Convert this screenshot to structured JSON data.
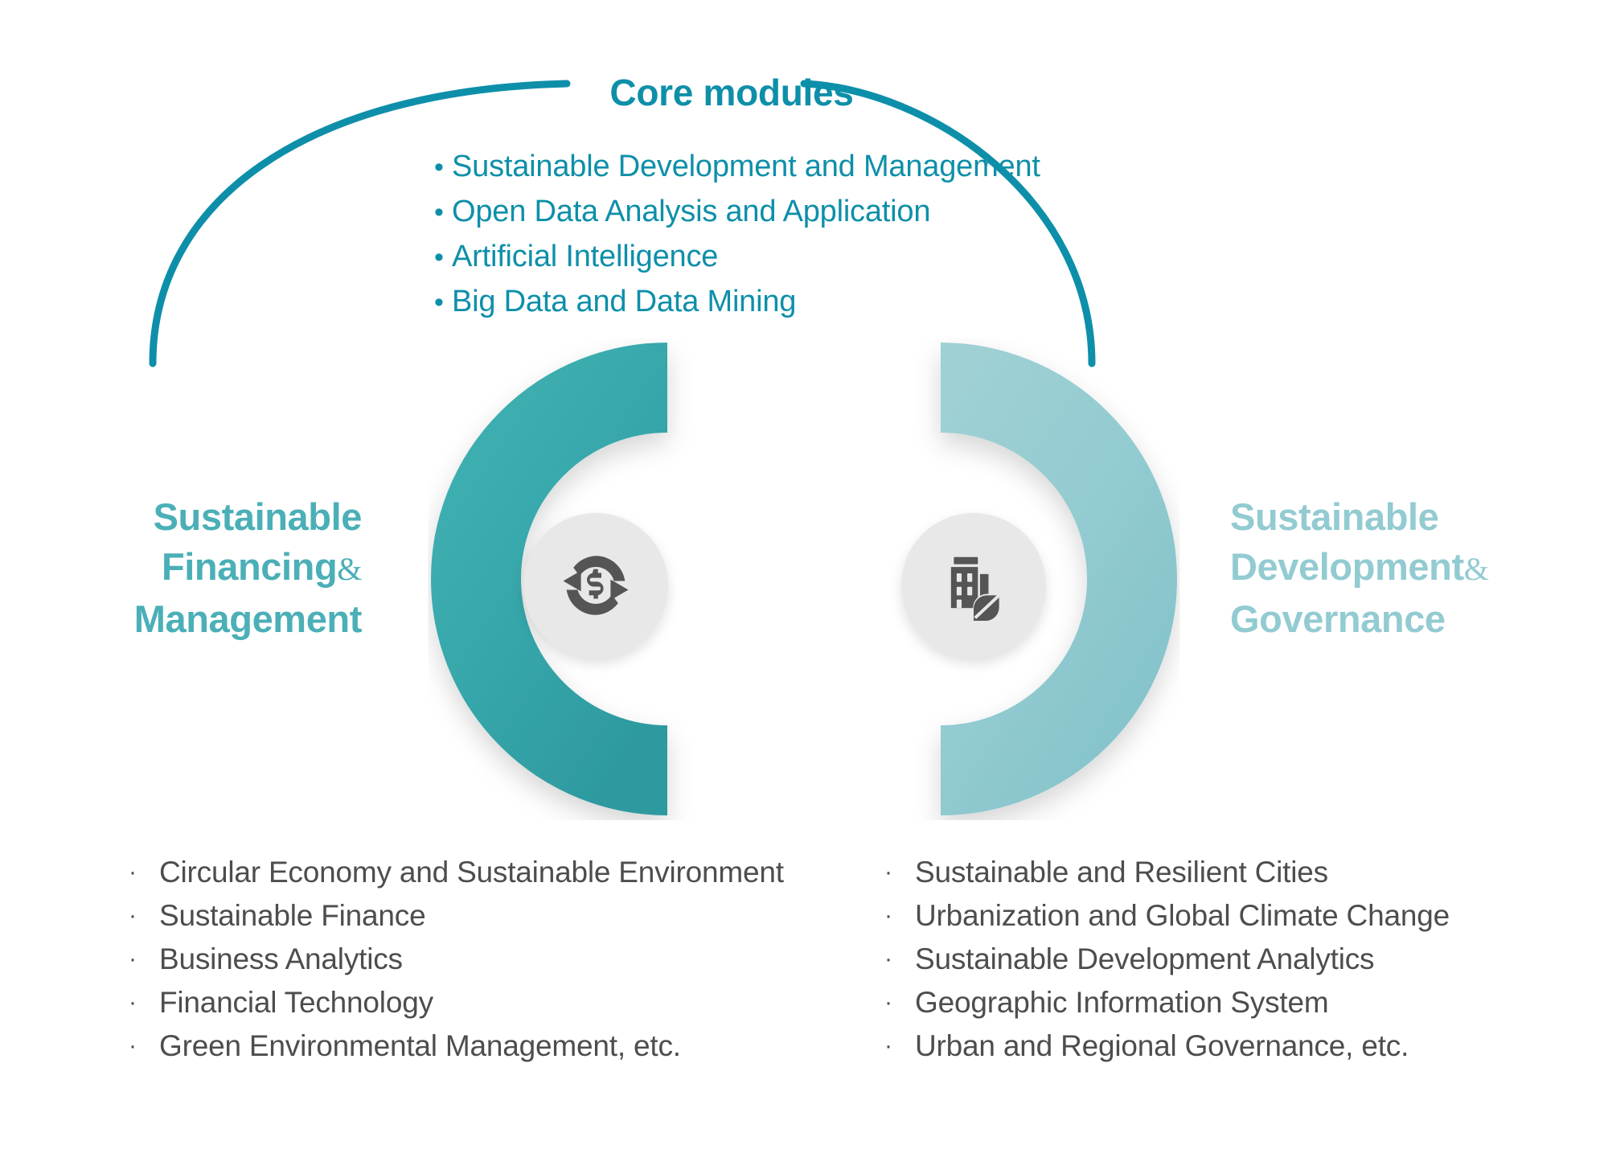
{
  "colors": {
    "core_teal": "#0e8fa9",
    "ring_left": "#3aabae",
    "ring_right": "#92cbd1",
    "head_left": "#4bafb7",
    "head_right": "#92cbd1",
    "body_text": "#4d4d4d",
    "icon_badge_bg": "#e8e8e8",
    "icon_glyph": "#555555",
    "background": "#ffffff"
  },
  "core": {
    "title": "Core modules",
    "bullet": "•",
    "items": [
      "Sustainable Development and Management",
      "Open Data Analysis and Application",
      "Artificial Intelligence",
      "Big Data and Data Mining"
    ]
  },
  "left_branch": {
    "heading_line1": "Sustainable",
    "heading_line2": "Financing",
    "heading_amp": "&",
    "heading_line3": "Management",
    "icon": "money-exchange-icon",
    "bullet": "·",
    "items": [
      "Circular Economy and Sustainable Environment",
      "Sustainable Finance",
      "Business Analytics",
      "Financial Technology",
      "Green Environmental Management, etc."
    ]
  },
  "right_branch": {
    "heading_line1": "Sustainable",
    "heading_line2": "Development",
    "heading_amp": "&",
    "heading_line3": "Governance",
    "icon": "green-building-icon",
    "bullet": "·",
    "items": [
      "Sustainable and Resilient Cities",
      "Urbanization and Global Climate Change",
      "Sustainable Development Analytics",
      "Geographic Information System",
      "Urban and Regional Governance, etc."
    ]
  }
}
